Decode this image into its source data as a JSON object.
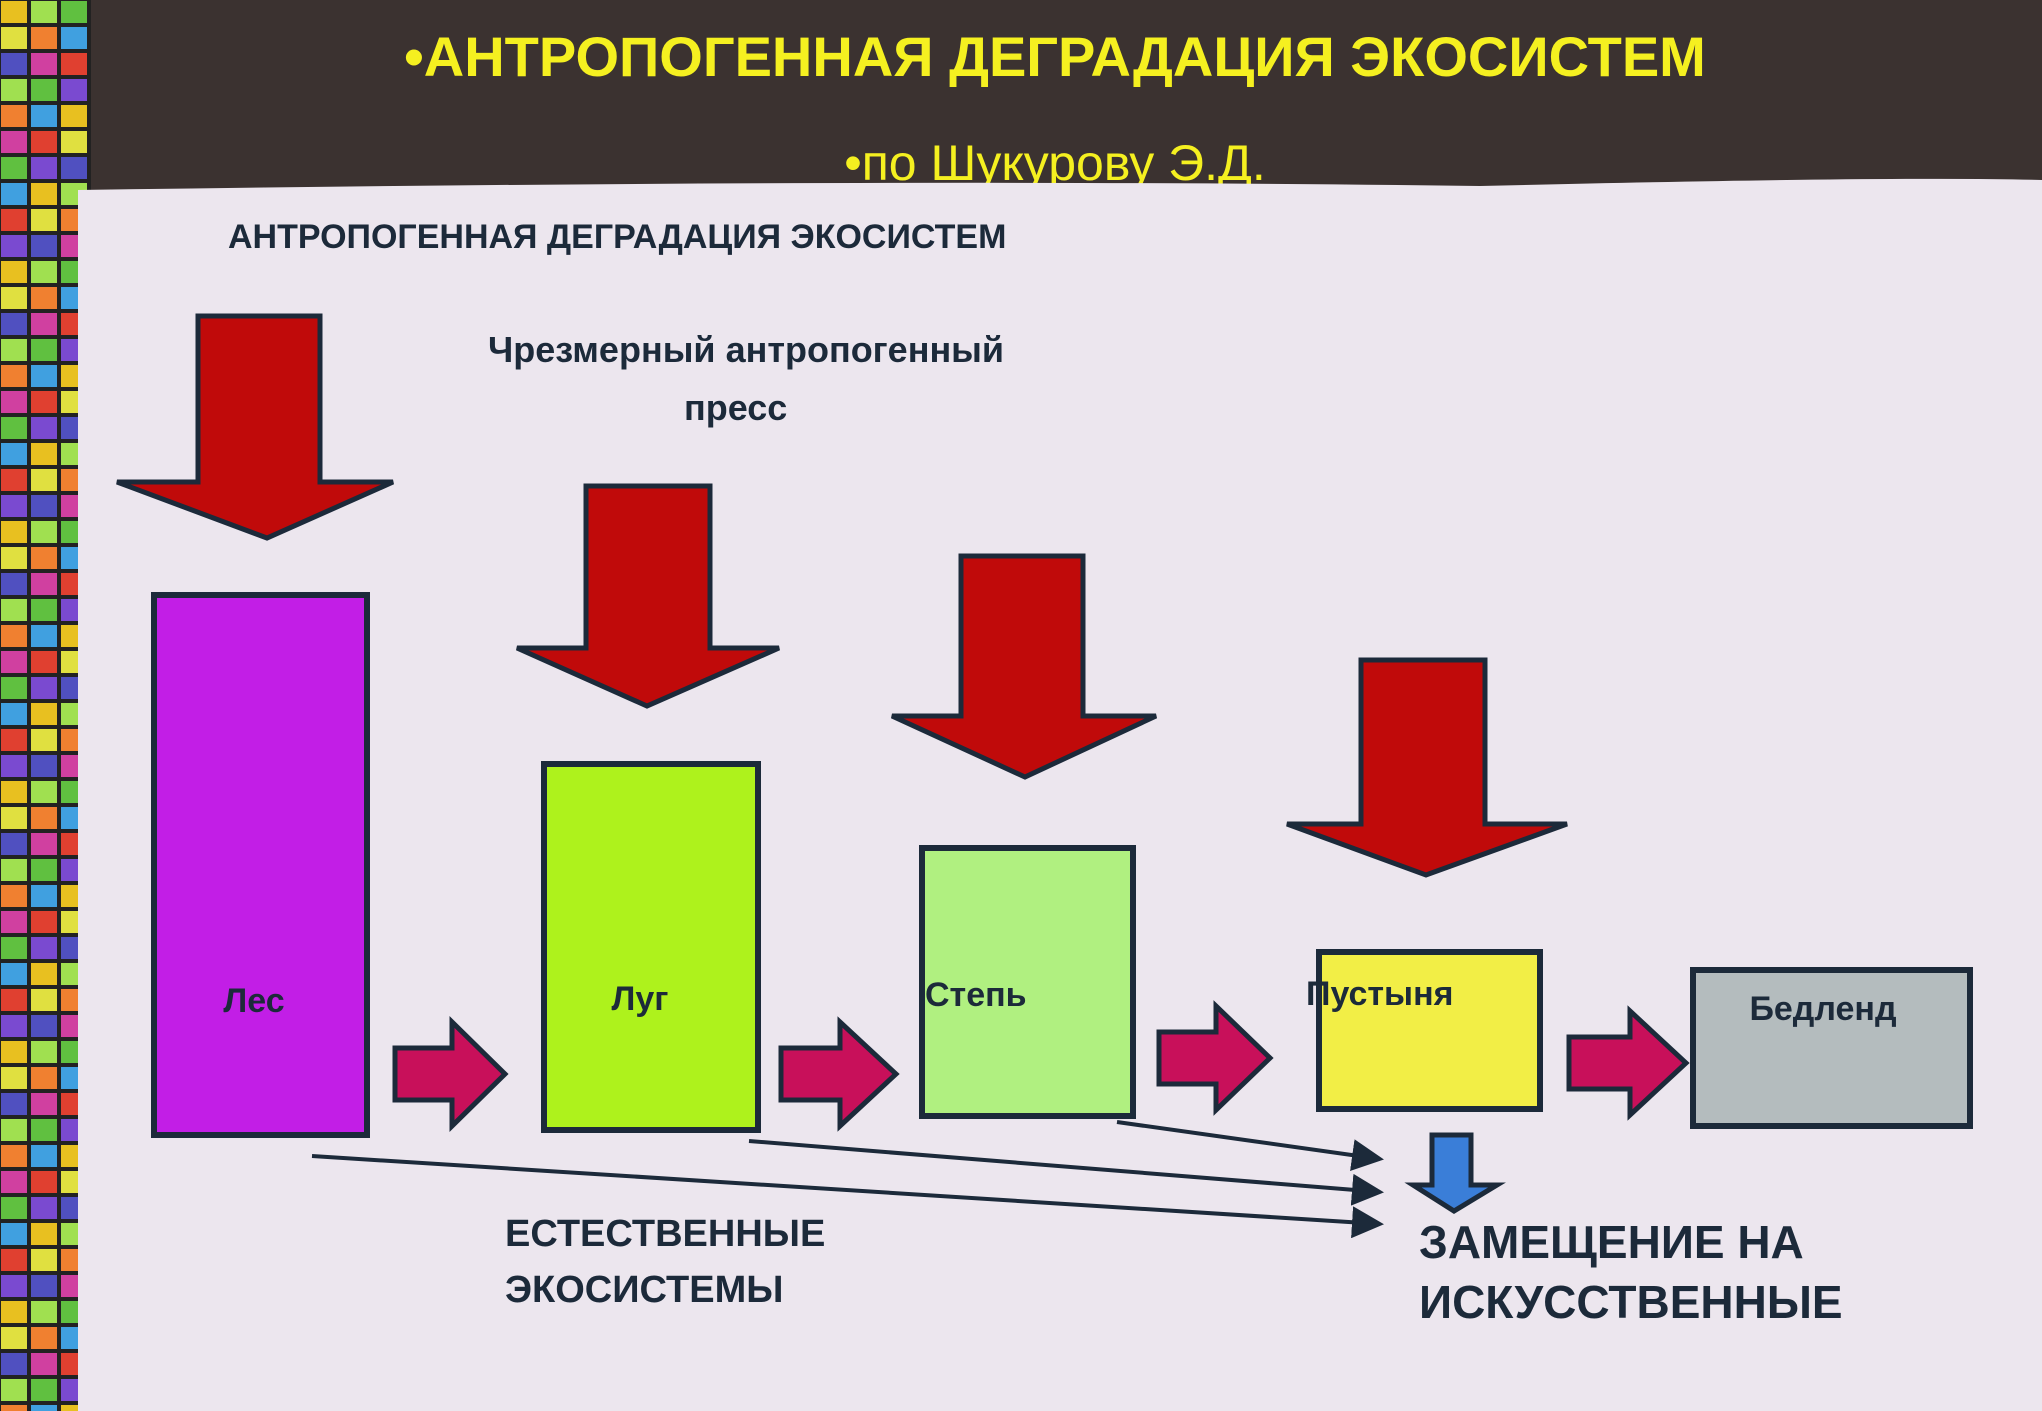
{
  "header": {
    "title": "•АНТРОПОГЕННАЯ ДЕГРАДАЦИЯ ЭКОСИСТЕМ",
    "subtitle": "•по Шукурову Э.Д."
  },
  "slide": {
    "heading": "АНТРОПОГЕННАЯ ДЕГРАДАЦИЯ ЭКОСИСТЕМ",
    "pressure_label_line1": "Чрезмерный антропогенный",
    "pressure_label_line2": "пресс",
    "ecosystems": [
      {
        "label": "Лес",
        "color": "#c21ee6"
      },
      {
        "label": "Луг",
        "color": "#aef21c"
      },
      {
        "label": "Степь",
        "color": "#b0f080"
      },
      {
        "label": "Пустыня",
        "color": "#f2ee46"
      },
      {
        "label": "Бедленд",
        "color": "#b4bcbe"
      }
    ],
    "natural_label_line1": "ЕСТЕСТВЕННЫЕ",
    "natural_label_line2": "ЭКОСИСТЕМЫ",
    "replacement_label_line1": "ЗАМЕЩЕНИЕ НА",
    "replacement_label_line2": "ИСКУССТВЕННЫЕ"
  },
  "colors": {
    "header_bg": "#3b3230",
    "title_yellow": "#f5f020",
    "slide_bg": "#ece6ee",
    "pressure_arrow": "#c00a0a",
    "transition_arrow": "#c8105a",
    "replacement_arrow": "#3a7ed8"
  }
}
